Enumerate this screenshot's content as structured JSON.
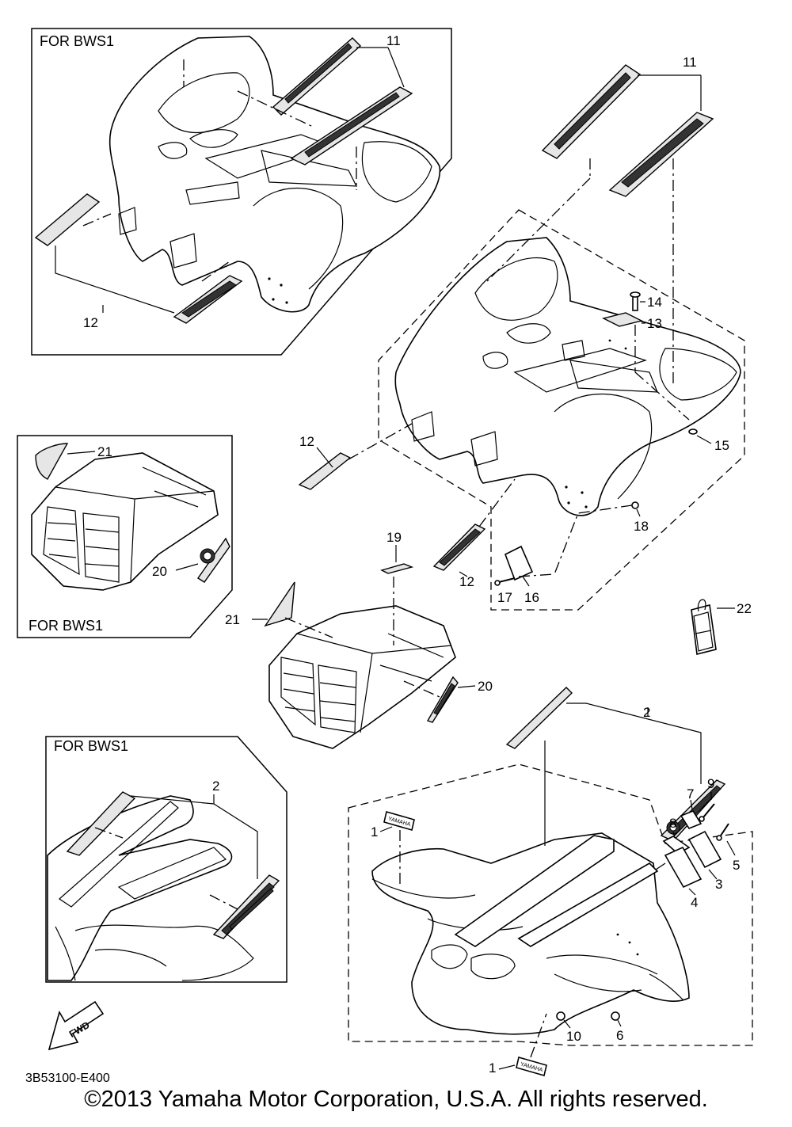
{
  "box_labels": {
    "top_left": "FOR BWS1",
    "mid_left": "FOR BWS1",
    "bottom_left": "FOR BWS1"
  },
  "callouts": {
    "c11_box": "11",
    "c12_box": "12",
    "c11_main": "11",
    "c14": "14",
    "c13": "13",
    "c15": "15",
    "c12_left": "12",
    "c18": "18",
    "c19": "19",
    "c12_mid": "12",
    "c17": "17",
    "c16": "16",
    "c22": "22",
    "c21_box": "21",
    "c20_box": "20",
    "c21_main": "21",
    "c20_main": "20",
    "c2_main": "2",
    "c2_box": "2",
    "c1_top": "1",
    "c1_bottom": "1",
    "c9": "9",
    "c7": "7",
    "c8": "8",
    "c5": "5",
    "c3": "3",
    "c4": "4",
    "c10": "10",
    "c6": "6"
  },
  "fwd_label": "FWD",
  "brand_mark": "YAMAHA",
  "drawing_code": "3B53100-E400",
  "copyright": "©2013 Yamaha Motor Corporation, U.S.A. All rights reserved."
}
